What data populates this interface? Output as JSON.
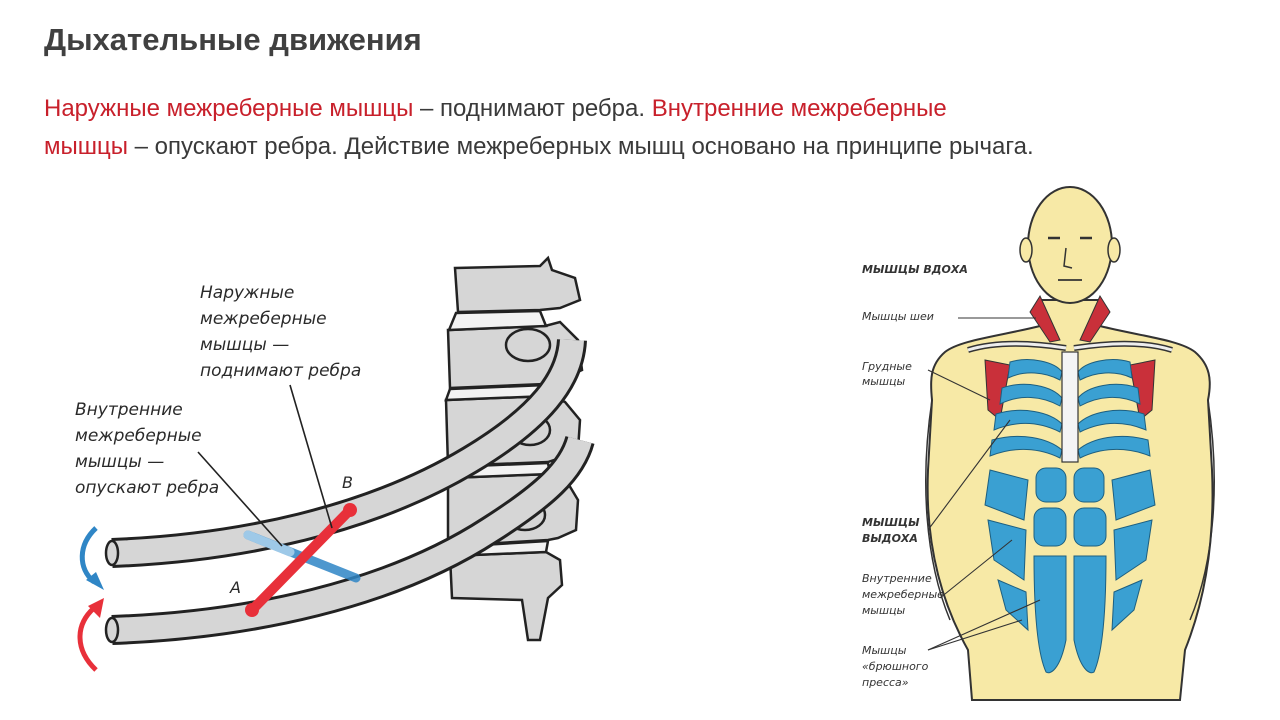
{
  "title": "Дыхательные движения",
  "lead": {
    "t1": "Наружные межреберные мышцы",
    "t2": " – поднимают ребра. ",
    "t3": "Внутренние межреберные",
    "t4": "мышцы",
    "t5": " – опускают ребра. Действие межреберных мышц основано на принципе рычага."
  },
  "left_diagram": {
    "outer_label": [
      "Наружные",
      "межреберные",
      "мышцы —",
      "поднимают ребра"
    ],
    "inner_label": [
      "Внутренние",
      "межреберные",
      "мышцы —",
      "опускают ребра"
    ],
    "point_a": "А",
    "point_b": "В"
  },
  "right_diagram": {
    "inhale": "МЫШЦЫ ВДОХА",
    "neck": "Мышцы шеи",
    "chest": [
      "Грудные",
      "мышцы"
    ],
    "exhale": [
      "МЫШЦЫ",
      "ВЫДОХА"
    ],
    "internal": [
      "Внутренние",
      "межреберные",
      "мышцы"
    ],
    "abdominal": [
      "Мышцы",
      "«брюшного",
      "пресса»"
    ]
  },
  "colors": {
    "title": "#404040",
    "accent_red": "#c8202b",
    "outer_muscle": "#e8303a",
    "inner_muscle": "#2f86c6",
    "skin": "#f7e9a6",
    "bone": "#d6d6d6",
    "muscle_blue": "#3aa0d2",
    "muscle_red": "#c9303a"
  }
}
